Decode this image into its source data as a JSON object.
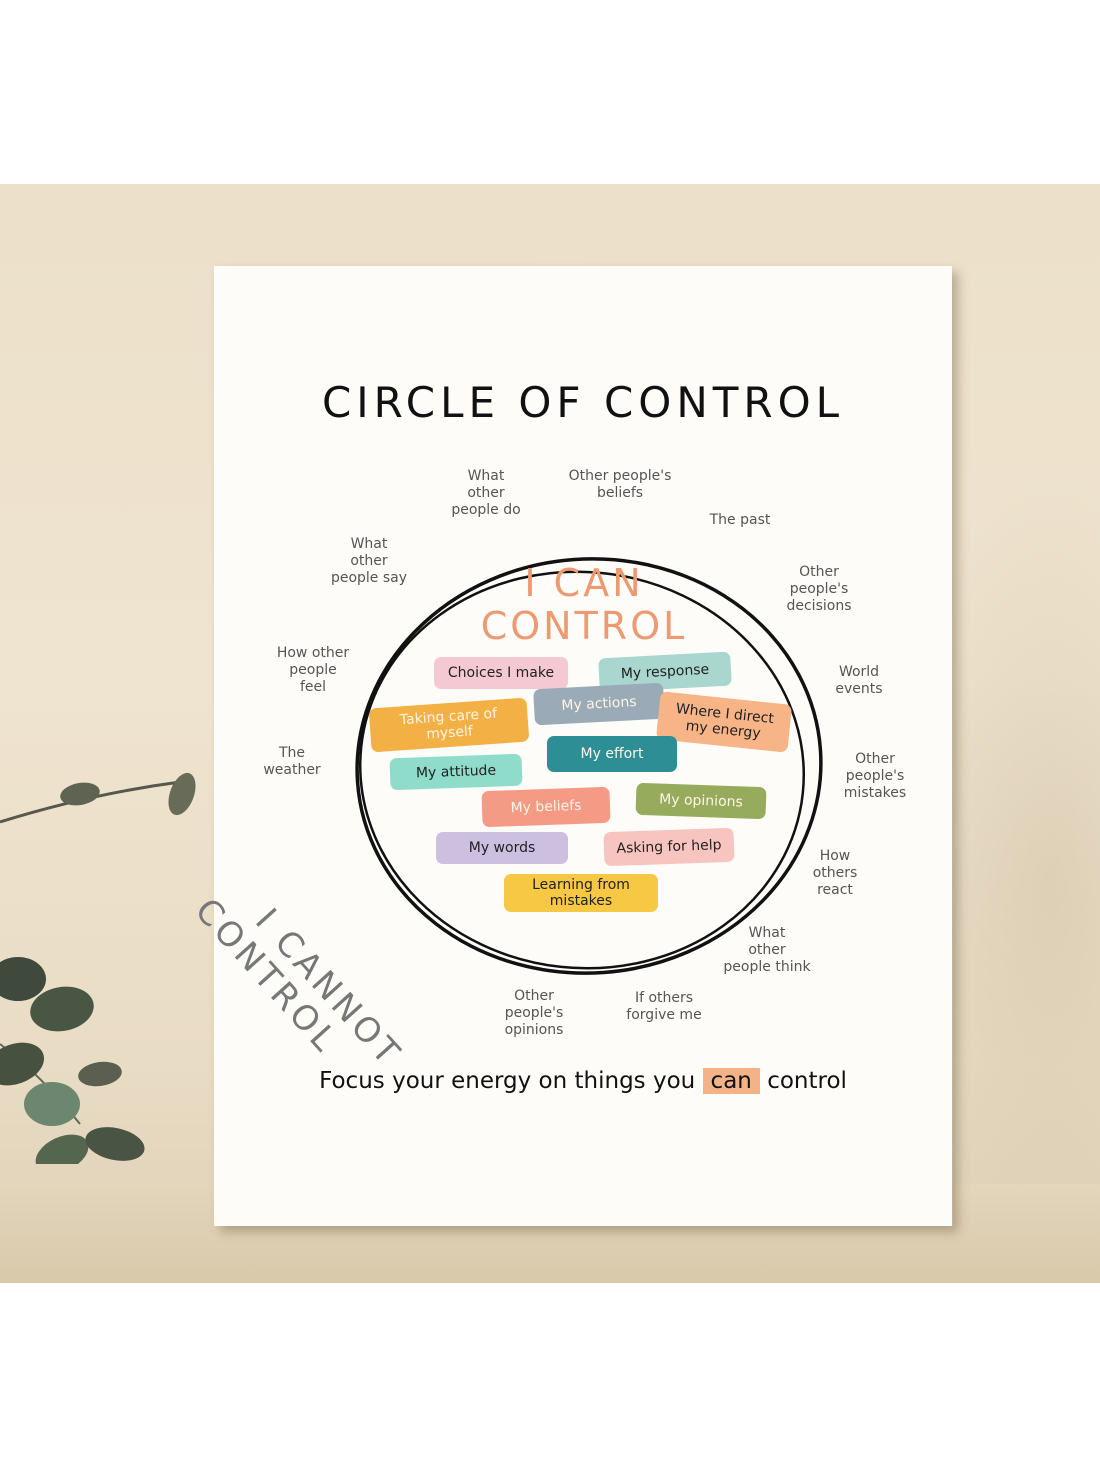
{
  "poster": {
    "title": "CIRCLE OF CONTROL",
    "inner_heading": [
      "I CAN",
      "CONTROL"
    ],
    "outer_heading": [
      "I CANNOT",
      "CONTROL"
    ],
    "footer": {
      "before": "Focus your energy on things you",
      "highlight": "can",
      "after": "control"
    }
  },
  "can_control": [
    {
      "label": "Choices I make",
      "color": "#f5c9d3"
    },
    {
      "label": "My response",
      "color": "#a9d6cf"
    },
    {
      "label": "Taking care of myself",
      "color": "#f3b044"
    },
    {
      "label": "My actions",
      "color": "#9aabb7"
    },
    {
      "label": "Where I direct my energy",
      "color": "#f6b487"
    },
    {
      "label": "My effort",
      "color": "#2e8e95"
    },
    {
      "label": "My attitude",
      "color": "#8fdccb"
    },
    {
      "label": "My beliefs",
      "color": "#f49a85"
    },
    {
      "label": "My opinions",
      "color": "#97ab5c"
    },
    {
      "label": "My words",
      "color": "#cdbfe0"
    },
    {
      "label": "Asking for help",
      "color": "#f7c4c0"
    },
    {
      "label": "Learning from mistakes",
      "color": "#f7c843"
    }
  ],
  "cannot_control": [
    "What\nother\npeople do",
    "Other people's\nbeliefs",
    "The past",
    "What\nother\npeople say",
    "Other\npeople's\ndecisions",
    "How other\npeople\nfeel",
    "World\nevents",
    "The\nweather",
    "Other\npeople's\nmistakes",
    "How\nothers\nreact",
    "What\nother\npeople think",
    "Other\npeople's\nopinions",
    "If others\nforgive me"
  ],
  "colors": {
    "accent_orange": "#ec9a72",
    "highlight": "#f4b386",
    "ink": "#111111",
    "outer_text": "#555555",
    "cannot_text": "#777777"
  }
}
